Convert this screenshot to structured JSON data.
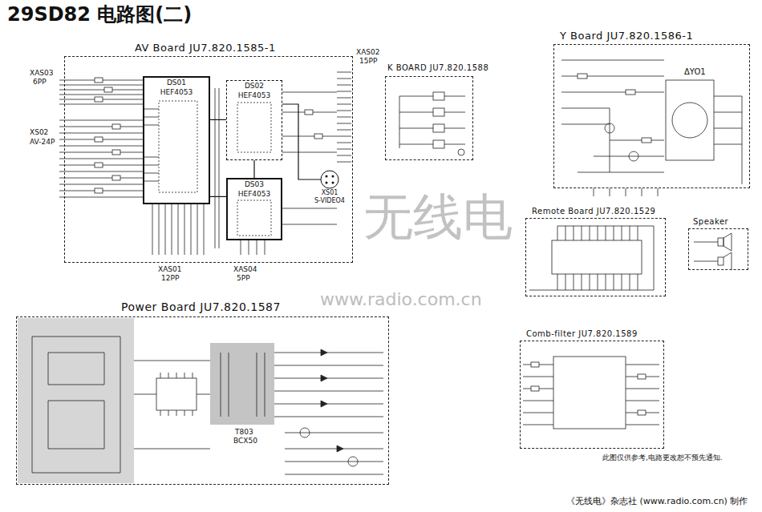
{
  "diagram": {
    "title": "29SD82 电路图(二)",
    "nodes": [
      {
        "text": [
          "AV Board JU7.820.1585-1"
        ]
      },
      {
        "text": [
          "DS01",
          "HEF4053"
        ],
        "in": 0
      },
      {
        "text": [
          "DS02",
          "HEF4053"
        ],
        "in": 0
      },
      {
        "text": [
          "DS03",
          "HEF4053"
        ],
        "in": 0
      },
      {
        "text": [
          "XS01",
          "S-VIDEO4"
        ],
        "in": 0
      },
      {
        "text": [
          "K BOARD JU7.820.1588"
        ]
      },
      {
        "text": [
          "Y Board JU7.820.1586-1"
        ]
      },
      {
        "text": [
          "Remote Board JU7.820.1529"
        ]
      },
      {
        "text": [
          "Speaker"
        ]
      },
      {
        "text": [
          "Power Board JU7.820.1587"
        ]
      },
      {
        "text": [
          "Comb-filter JU7.820.1589"
        ]
      }
    ],
    "edges": [
      {
        "from": 1,
        "to": 2,
        "arrow": "none"
      },
      {
        "from": 2,
        "to": 3,
        "arrow": "none"
      },
      {
        "from": 1,
        "to": 3,
        "arrow": "none"
      },
      {
        "from": 4,
        "to": 2,
        "arrow": "none"
      }
    ],
    "labels": [
      "XAS03",
      "6PP",
      "XS02",
      "AV-24P",
      "XAS02",
      "15PP",
      "XAS01",
      "12PP",
      "XAS04",
      "5PP",
      "ΔYO1",
      "T803",
      "BCX50",
      "无线电",
      "www.radio.com.cn",
      "此图仅供参考,电路更改恕不预先通知.",
      "《无线电》杂志社 (www.radio.com.cn) 制作"
    ]
  }
}
